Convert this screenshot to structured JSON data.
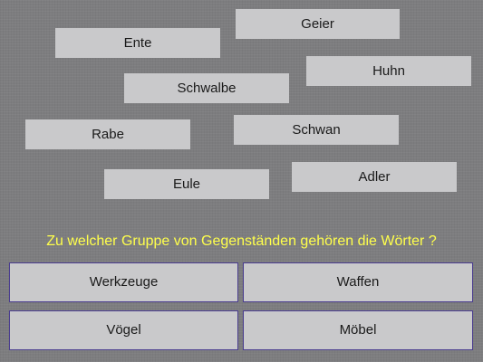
{
  "words": [
    "Geier",
    "Ente",
    "Huhn",
    "Schwalbe",
    "Rabe",
    "Schwan",
    "Adler",
    "Eule"
  ],
  "question": "Zu welcher Gruppe von Gegenständen gehören die Wörter ?",
  "answers": [
    "Werkzeuge",
    "Waffen",
    "Vögel",
    "Möbel"
  ],
  "colors": {
    "background": "#7d7d7f",
    "tile": "#c9c9cb",
    "question_text": "#ffff4c",
    "answer_border": "#4a3d8f"
  }
}
